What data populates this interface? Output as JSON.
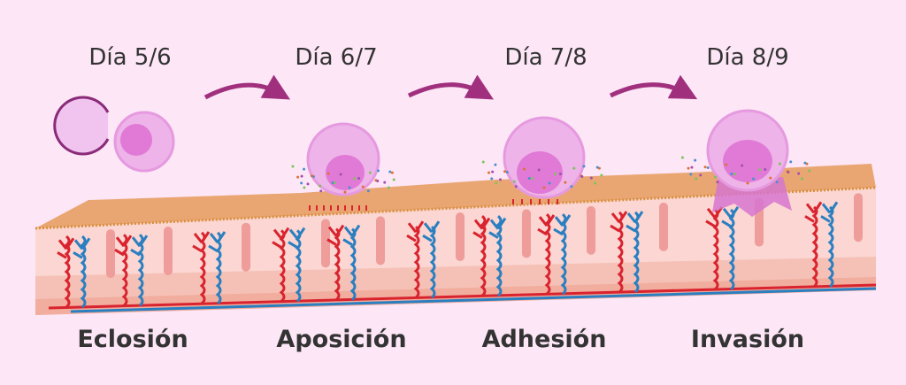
{
  "stages": [
    {
      "day": "Día 5/6",
      "name": "Eclosión"
    },
    {
      "day": "Día 6/7",
      "name": "Aposición"
    },
    {
      "day": "Día 7/8",
      "name": "Adhesión"
    },
    {
      "day": "Día 8/9",
      "name": "Invasión"
    }
  ],
  "colors": {
    "background": "#fde6f6",
    "arrow": "#a0307e",
    "epithelium": "#e9a672",
    "stroma": "#fbd6d2",
    "artery": "#d9232e",
    "vein": "#2a7fc0",
    "embryo": "#eeb3e8",
    "inner_cell_mass": "#e07ad6",
    "zona_pellucida": "#8a2a78"
  }
}
